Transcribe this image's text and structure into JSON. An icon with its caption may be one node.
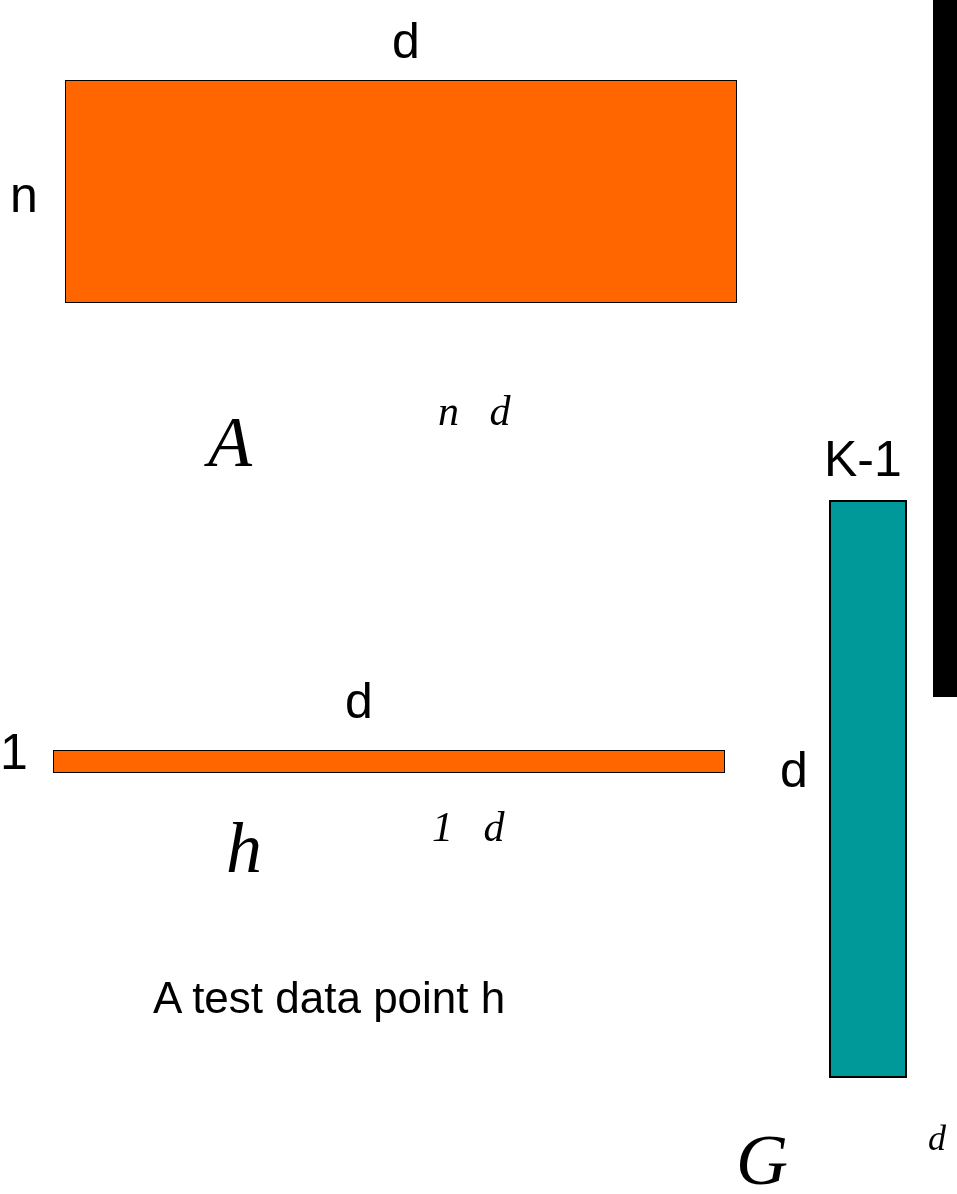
{
  "diagram": {
    "nodes": [
      {
        "text": [],
        "shape": "box",
        "beside": [
          "d",
          "n",
          "A",
          "n d"
        ]
      },
      {
        "text": [],
        "shape": "box",
        "beside": [
          "1",
          "d",
          "h",
          "1 d"
        ]
      },
      {
        "text": [],
        "shape": "box",
        "beside": [
          "K-1",
          "d",
          "G",
          "d"
        ]
      },
      {
        "text": [],
        "shape": "box"
      }
    ],
    "labels": [
      "A test data point h"
    ]
  }
}
